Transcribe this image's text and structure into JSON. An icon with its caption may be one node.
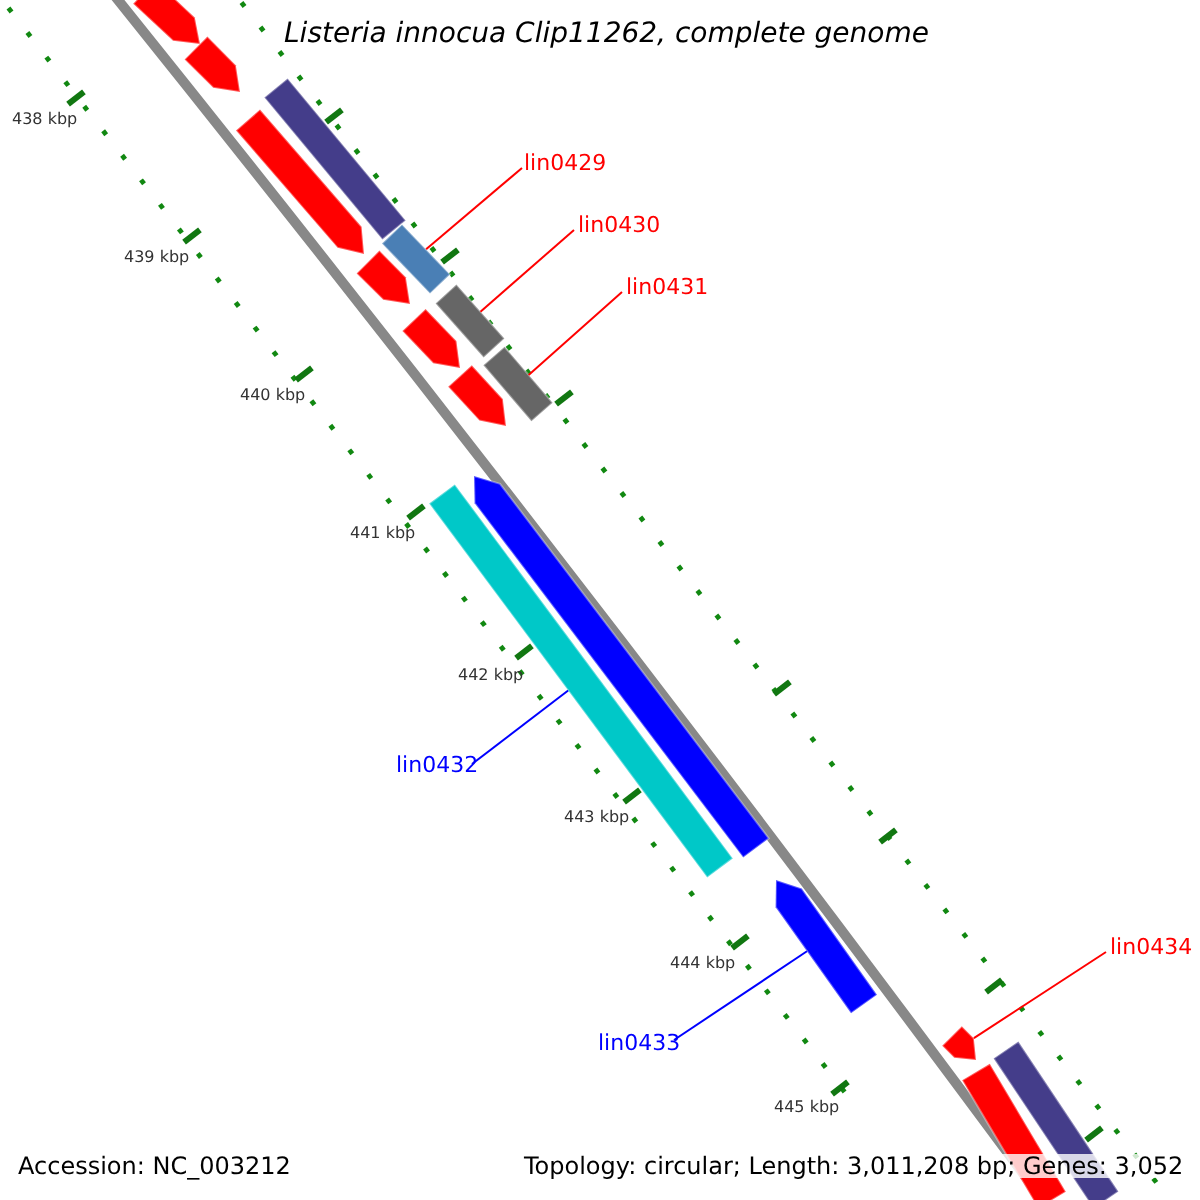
{
  "diagram": {
    "title": "Listeria innocua Clip11262, complete genome",
    "nodes": [
      {
        "text": [
          "lin0429"
        ]
      },
      {
        "text": [
          "lin0430"
        ]
      },
      {
        "text": [
          "lin0431"
        ]
      },
      {
        "text": [
          "lin0432"
        ]
      },
      {
        "text": [
          "lin0433"
        ]
      },
      {
        "text": [
          "lin0434"
        ]
      },
      {
        "text": [],
        "shape": "bar"
      },
      {
        "text": [],
        "shape": "bar"
      },
      {
        "text": [],
        "shape": "bar"
      },
      {
        "text": [],
        "shape": "bar"
      },
      {
        "text": [],
        "shape": "bar"
      },
      {
        "text": [],
        "shape": "bar"
      },
      {
        "text": [],
        "shape": "bar"
      },
      {
        "text": [],
        "shape": "bar"
      },
      {
        "text": [],
        "shape": "bar"
      },
      {
        "text": [],
        "shape": "bar"
      },
      {
        "text": [],
        "shape": "bar"
      },
      {
        "text": [],
        "shape": "bar"
      },
      {
        "text": [],
        "shape": "bar"
      },
      {
        "text": [],
        "shape": "bar"
      },
      {
        "text": [],
        "shape": "bar"
      },
      {
        "text": [],
        "shape": "bar"
      }
    ],
    "edges": [
      {
        "from": 0,
        "to": 10,
        "arrow": "none",
        "color": "#ff0000"
      },
      {
        "from": 1,
        "to": 12,
        "arrow": "none",
        "color": "#ff0000"
      },
      {
        "from": 2,
        "to": 14,
        "arrow": "none",
        "color": "#ff0000"
      },
      {
        "from": 3,
        "to": 17,
        "arrow": "none",
        "color": "#0000ff"
      },
      {
        "from": 4,
        "to": 18,
        "arrow": "none",
        "color": "#0000ff"
      },
      {
        "from": 5,
        "to": 19,
        "arrow": "none",
        "color": "#ff0000"
      }
    ],
    "labels": [
      "438 kbp",
      "439 kbp",
      "440 kbp",
      "441 kbp",
      "442 kbp",
      "443 kbp",
      "444 kbp",
      "445 kbp",
      "Accession: NC_003212",
      "Topology: circular; Length: 3,011,208 bp; Genes: 3,052"
    ]
  }
}
